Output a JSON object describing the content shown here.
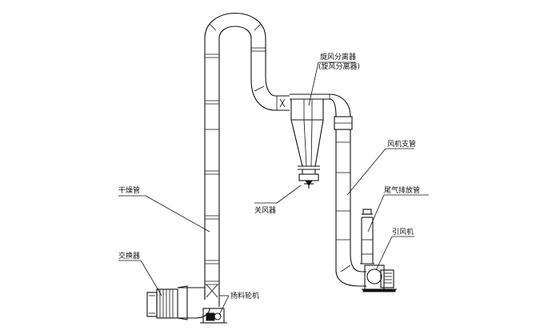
{
  "labels": {
    "cyclone_separator": "旋风分离器",
    "cyclone_note": "(旋风分离器)",
    "fan_duct": "风机支管",
    "drying_pipe": "干燥管",
    "exhaust_pipe": "尾气排放管",
    "air_lock": "关风器",
    "induced_fan": "引风机",
    "heat_exchanger": "交换器",
    "feeder": "扬料轮机"
  },
  "colors": {
    "line": "#111111",
    "background": "#ffffff"
  }
}
